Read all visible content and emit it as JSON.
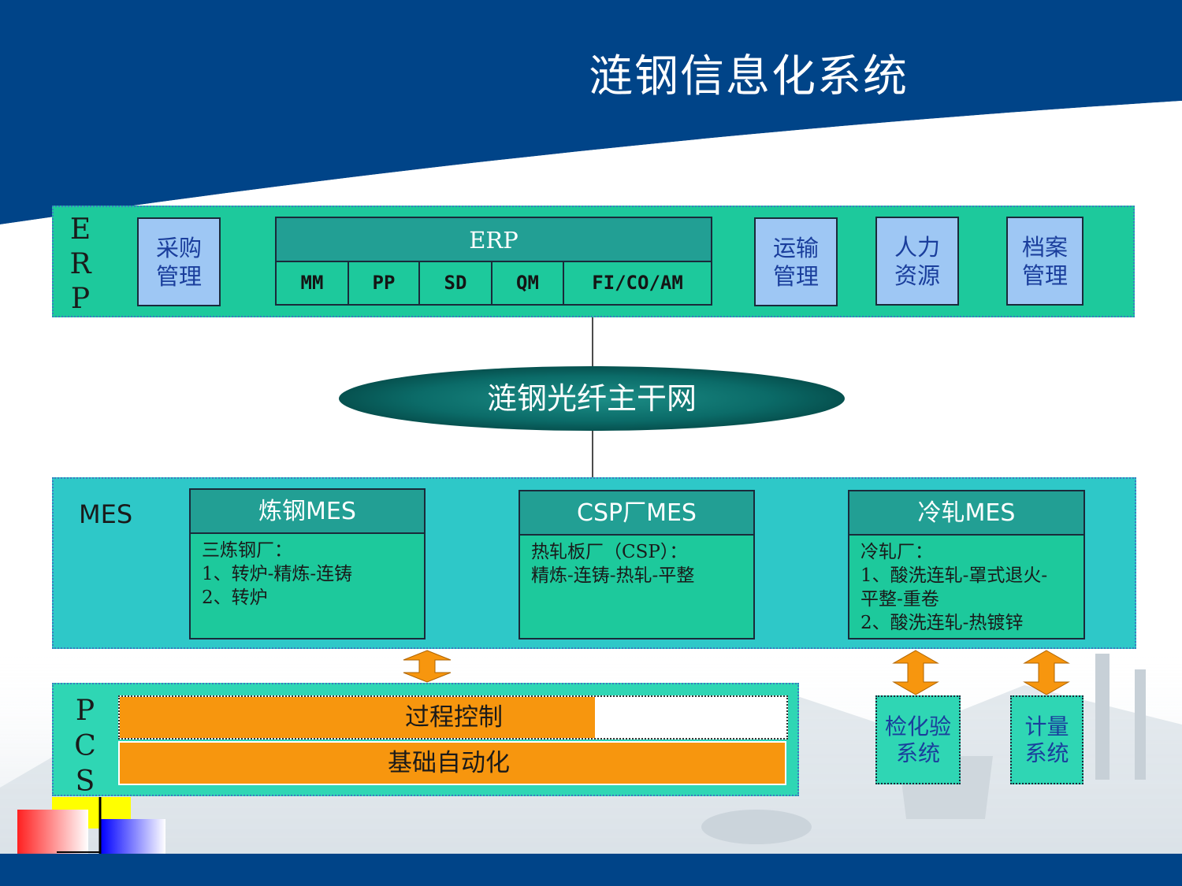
{
  "slide": {
    "title": "涟钢信息化系统"
  },
  "erp": {
    "side_letters": [
      "E",
      "R",
      "P"
    ],
    "purchase": [
      "采购",
      "管理"
    ],
    "table": {
      "header": "ERP",
      "modules": [
        "MM",
        "PP",
        "SD",
        "QM",
        "FI/CO/AM"
      ]
    },
    "transport": [
      "运输",
      "管理"
    ],
    "hr": [
      "人力",
      "资源"
    ],
    "archive": [
      "档案",
      "管理"
    ]
  },
  "network": {
    "label": "涟钢光纤主干网"
  },
  "mes": {
    "label": "MES",
    "boxes": [
      {
        "title": "炼钢MES",
        "lines": [
          "三炼钢厂：",
          "1、转炉-精炼-连铸",
          "2、转炉"
        ]
      },
      {
        "title": "CSP厂MES",
        "lines": [
          "热轧板厂（CSP）：",
          "精炼-连铸-热轧-平整"
        ]
      },
      {
        "title": "冷轧MES",
        "lines": [
          "冷轧厂：",
          "1、酸洗连轧-罩式退火-",
          "平整-重卷",
          "2、酸洗连轧-热镀锌"
        ]
      }
    ]
  },
  "pcs": {
    "side_letters": [
      "P",
      "C",
      "S"
    ],
    "process_control": "过程控制",
    "basic_automation": "基础自动化"
  },
  "side_systems": {
    "inspection": [
      "检化验",
      "系统"
    ],
    "metering": [
      "计量",
      "系统"
    ]
  },
  "colors": {
    "header_blue": "#004488",
    "erp_green": "#1dc99c",
    "teal_head": "#229f94",
    "mes_cyan": "#2ec8c8",
    "light_blue_box": "#9ec7f4",
    "orange": "#f7960e"
  }
}
